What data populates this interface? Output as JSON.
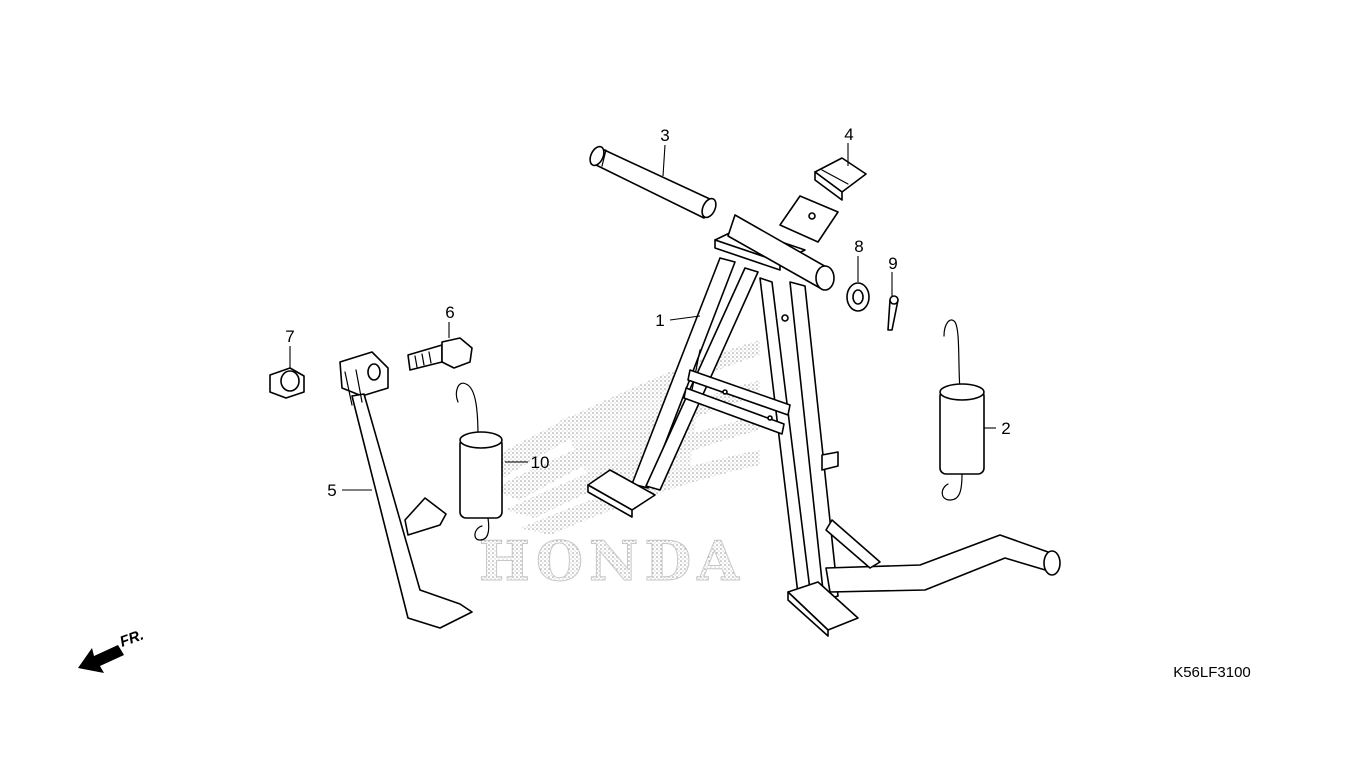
{
  "diagram": {
    "code": "K56LF3100",
    "direction_label": "FR.",
    "watermark": "HONDA",
    "callouts": [
      {
        "num": "1",
        "part": "main-stand"
      },
      {
        "num": "2",
        "part": "stand-spring-right"
      },
      {
        "num": "3",
        "part": "pivot-shaft"
      },
      {
        "num": "4",
        "part": "stopper-rubber"
      },
      {
        "num": "5",
        "part": "side-stand"
      },
      {
        "num": "6",
        "part": "pivot-bolt"
      },
      {
        "num": "7",
        "part": "nut"
      },
      {
        "num": "8",
        "part": "washer"
      },
      {
        "num": "9",
        "part": "cotter-pin"
      },
      {
        "num": "10",
        "part": "side-stand-spring"
      }
    ]
  }
}
